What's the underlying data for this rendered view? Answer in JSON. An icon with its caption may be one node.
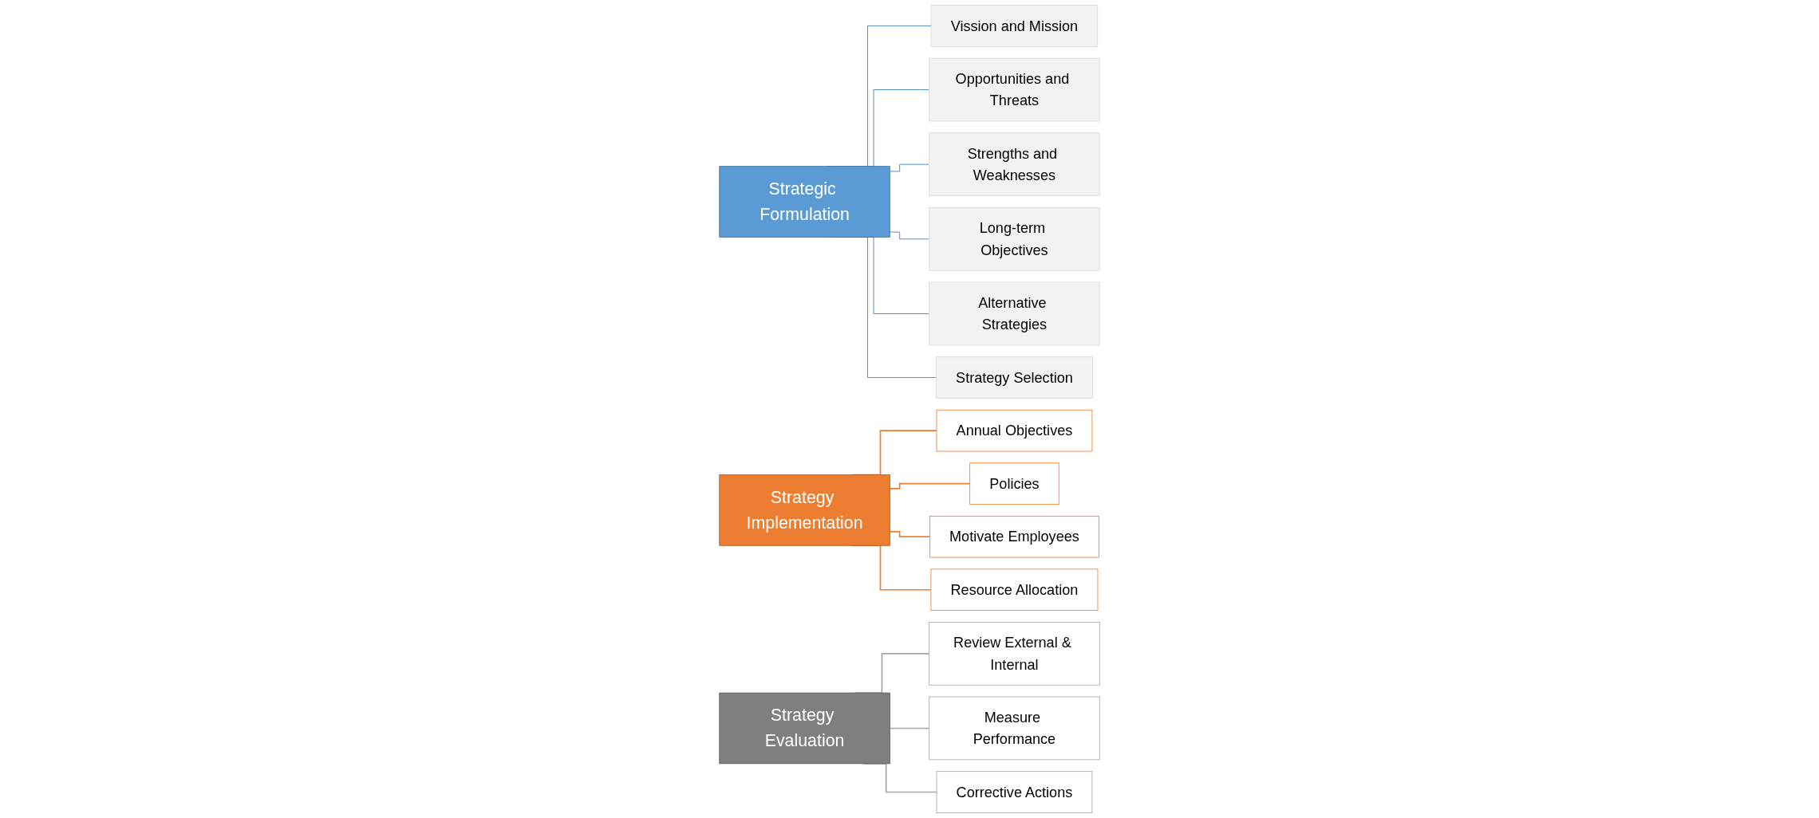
{
  "diagram": {
    "nodes": [
      {
        "text": [
          "Strategic Formulation"
        ]
      },
      {
        "text": [
          "Vission and Mission"
        ]
      },
      {
        "text": [
          "Opportunities and Threats"
        ]
      },
      {
        "text": [
          "Strengths and Weaknesses"
        ]
      },
      {
        "text": [
          "Long-term Objectives"
        ]
      },
      {
        "text": [
          "Alternative Strategies"
        ]
      },
      {
        "text": [
          "Strategy Selection"
        ]
      },
      {
        "text": [
          "Strategy Implementation"
        ]
      },
      {
        "text": [
          "Annual Objectives"
        ]
      },
      {
        "text": [
          "Policies"
        ]
      },
      {
        "text": [
          "Motivate Employees"
        ]
      },
      {
        "text": [
          "Resource Allocation"
        ]
      },
      {
        "text": [
          "Strategy Evaluation"
        ]
      },
      {
        "text": [
          "Review External & Internal"
        ]
      },
      {
        "text": [
          "Measure Performance"
        ]
      },
      {
        "text": [
          "Corrective Actions"
        ]
      }
    ],
    "edges": [
      {
        "from": 0,
        "to": 1,
        "arrow": "none"
      },
      {
        "from": 0,
        "to": 2,
        "arrow": "none"
      },
      {
        "from": 0,
        "to": 3,
        "arrow": "none"
      },
      {
        "from": 0,
        "to": 4,
        "arrow": "none"
      },
      {
        "from": 0,
        "to": 5,
        "arrow": "none"
      },
      {
        "from": 0,
        "to": 6,
        "arrow": "none"
      },
      {
        "from": 7,
        "to": 8,
        "arrow": "none",
        "color": "#ed7d31"
      },
      {
        "from": 7,
        "to": 9,
        "arrow": "none",
        "color": "#ed7d31"
      },
      {
        "from": 7,
        "to": 10,
        "arrow": "none",
        "color": "#ed7d31"
      },
      {
        "from": 7,
        "to": 11,
        "arrow": "none",
        "color": "#ed7d31"
      },
      {
        "from": 12,
        "to": 13,
        "arrow": "none",
        "color": "#a5a5a5"
      },
      {
        "from": 12,
        "to": 14,
        "arrow": "none",
        "color": "#a5a5a5"
      },
      {
        "from": 12,
        "to": 15,
        "arrow": "none",
        "color": "#a5a5a5"
      }
    ]
  }
}
